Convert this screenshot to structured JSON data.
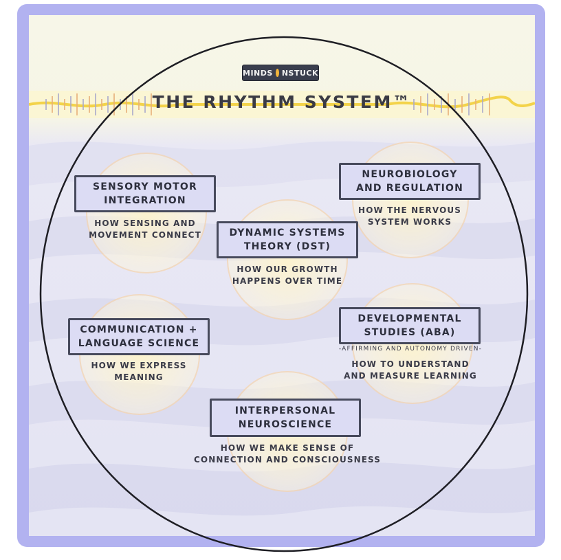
{
  "logo": {
    "text_left": "MINDS",
    "text_right": "NSTUCK",
    "moon_icon": "crescent-moon-icon"
  },
  "title": "THE RHYTHM SYSTEM™",
  "colors": {
    "frame": "#b2b2f0",
    "box_fill": "#dcdcf4",
    "box_border": "#474a5c",
    "wave_yellow": "#f3d34a",
    "glow": "#fff4c8"
  },
  "nodes": [
    {
      "id": "sensory",
      "title": "SENSORY MOTOR\nINTEGRATION",
      "description": "HOW SENSING AND\nMOVEMENT CONNECT"
    },
    {
      "id": "neuro",
      "title": "NEUROBIOLOGY\nAND REGULATION",
      "description": "HOW THE NERVOUS\nSYSTEM WORKS"
    },
    {
      "id": "dst",
      "title": "DYNAMIC SYSTEMS\nTHEORY (DST)",
      "description": "HOW OUR GROWTH\nHAPPENS OVER TIME"
    },
    {
      "id": "comm",
      "title": "COMMUNICATION +\nLANGUAGE SCIENCE",
      "description": "HOW WE EXPRESS\nMEANING"
    },
    {
      "id": "dev",
      "title": "DEVELOPMENTAL\nSTUDIES (ABA)",
      "subtitle": "-AFFIRMING AND AUTONOMY DRIVEN-",
      "description": "HOW TO UNDERSTAND\nAND MEASURE LEARNING"
    },
    {
      "id": "ipn",
      "title": "INTERPERSONAL\nNEUROSCIENCE",
      "description": "HOW WE MAKE SENSE OF\nCONNECTION AND CONSCIOUSNESS"
    }
  ]
}
